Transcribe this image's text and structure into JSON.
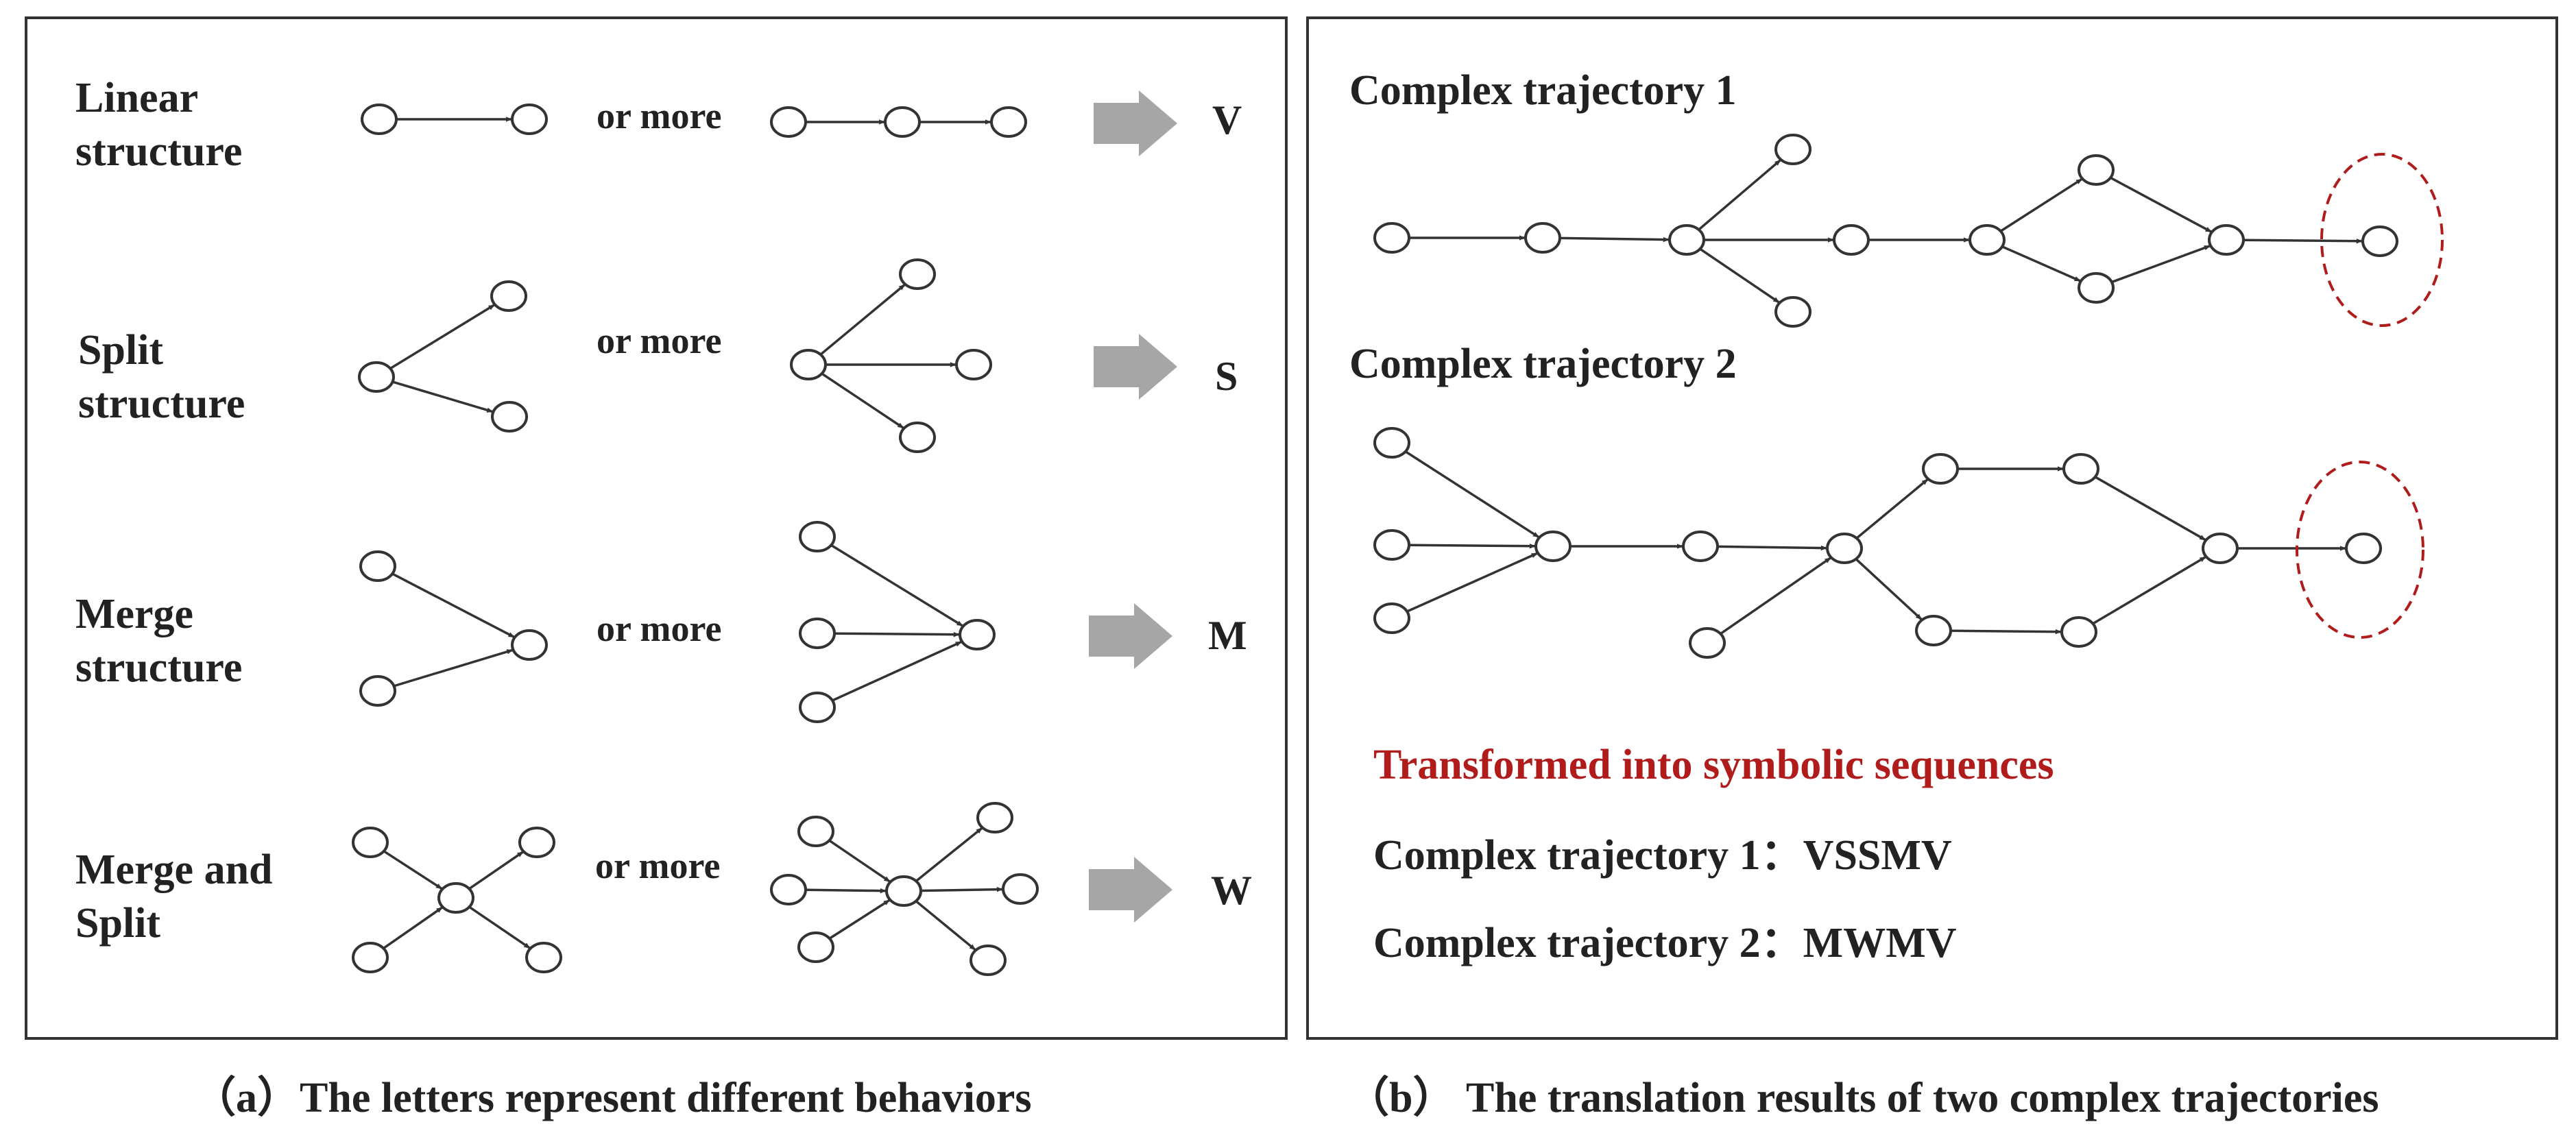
{
  "panel_a": {
    "rows": [
      {
        "label_line1": "Linear",
        "label_line2": "structure",
        "or_more": "or more",
        "letter": "V"
      },
      {
        "label_line1": "Split",
        "label_line2": "structure",
        "or_more": "or more",
        "letter": "S"
      },
      {
        "label_line1": "Merge",
        "label_line2": "structure",
        "or_more": "or more",
        "letter": "M"
      },
      {
        "label_line1": "Merge and",
        "label_line2": "Split",
        "or_more": "or more",
        "letter": "W"
      }
    ],
    "caption": "（a）The letters represent different behaviors"
  },
  "panel_b": {
    "trajectory_1_title": "Complex trajectory 1",
    "trajectory_2_title": "Complex trajectory 2",
    "symbolic_title": "Transformed into symbolic sequences",
    "sequence_1_label": "Complex trajectory 1：",
    "sequence_1_value": "VSSMV",
    "sequence_2_label": "Complex trajectory 2：",
    "sequence_2_value": "MWMV",
    "caption": "（b） The translation results of two complex trajectories"
  },
  "colors": {
    "border": "#333333",
    "arrow_fill": "#a6a6a6",
    "highlight_red": "#b01c1c"
  }
}
